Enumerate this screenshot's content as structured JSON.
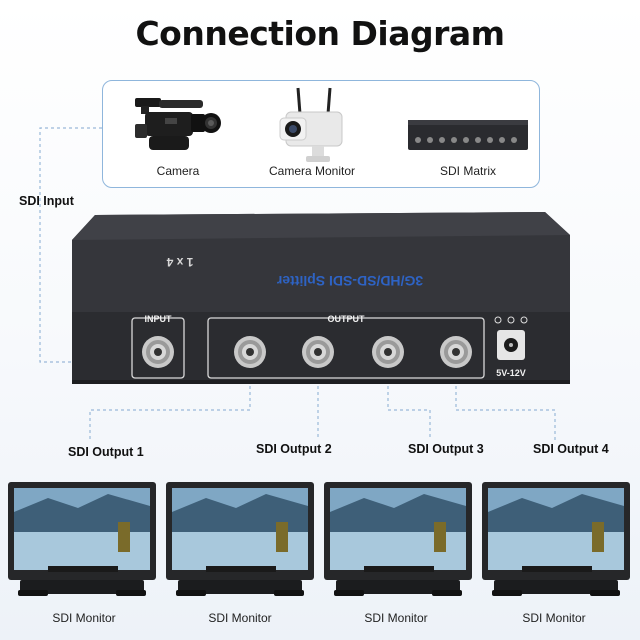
{
  "title": "Connection Diagram",
  "sources": [
    {
      "label": "Camera",
      "icon": "camcorder-icon"
    },
    {
      "label": "Camera Monitor",
      "icon": "security-camera-icon"
    },
    {
      "label": "SDI Matrix",
      "icon": "rack-device-icon"
    }
  ],
  "input_label": "SDI Input",
  "device": {
    "model_text": "1 x 4",
    "name_text": "3G/HD/SD-SDI Splitter",
    "input_port_label": "INPUT",
    "output_group_label": "OUTPUT",
    "power_label": "5V-12V"
  },
  "outputs": [
    {
      "label": "SDI Output 1"
    },
    {
      "label": "SDI Output 2"
    },
    {
      "label": "SDI Output 3"
    },
    {
      "label": "SDI Output 4"
    }
  ],
  "monitors": [
    {
      "label": "SDI Monitor"
    },
    {
      "label": "SDI Monitor"
    },
    {
      "label": "SDI Monitor"
    },
    {
      "label": "SDI Monitor"
    }
  ],
  "colors": {
    "accent_blue": "#2e63c4",
    "connector_line": "#9ab9d9",
    "device_body": "#2b2c30"
  }
}
